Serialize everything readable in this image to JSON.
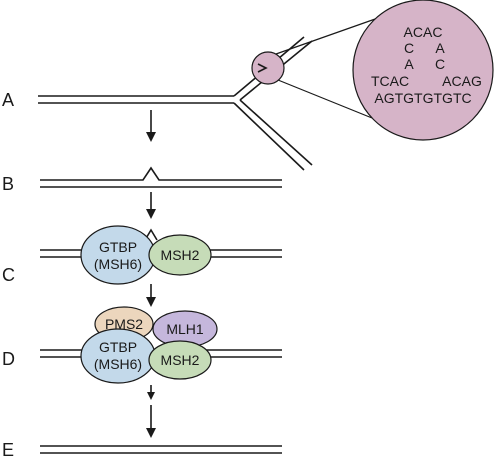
{
  "rows": {
    "a": "A",
    "b": "B",
    "c": "C",
    "d": "D",
    "e": "E"
  },
  "zoom_sequence": {
    "line1": "ACAC",
    "line2_left": "C",
    "line2_right": "A",
    "line3_left": "A",
    "line3_right": "C",
    "line4_left": "TCAC",
    "line4_right": "ACAG",
    "line5": "AGTGTGTGTC"
  },
  "proteins": {
    "gtbp_line1": "GTBP",
    "gtbp_line2": "(MSH6)",
    "msh2": "MSH2",
    "pms2": "PMS2",
    "mlh1": "MLH1"
  },
  "colors": {
    "zoom_fill": "#d6b4c8",
    "gtbp_fill": "#c3d9ea",
    "msh2_fill": "#c6dcb8",
    "pms2_fill": "#ecd6bd",
    "mlh1_fill": "#c5b7dc",
    "line": "#1a1a1a"
  }
}
